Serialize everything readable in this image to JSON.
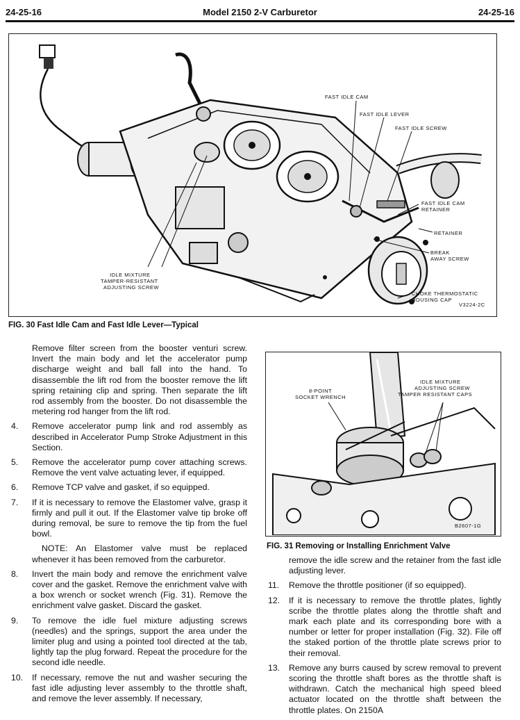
{
  "header": {
    "left": "24-25-16",
    "center": "Model 2150 2-V Carburetor",
    "right": "24-25-16"
  },
  "figure30": {
    "callouts": {
      "fast_idle_cam": "FAST IDLE CAM",
      "fast_idle_lever": "FAST IDLE LEVER",
      "fast_idle_screw": "FAST IDLE SCREW",
      "fast_idle_cam_retainer_1": "FAST IDLE CAM",
      "fast_idle_cam_retainer_2": "RETAINER",
      "retainer": "RETAINER",
      "break_away_screw_1": "BREAK",
      "break_away_screw_2": "AWAY SCREW",
      "choke_cap_1": "CHOKE THERMOSTATIC",
      "choke_cap_2": "HOUSING CAP",
      "idle_mixture_1": "IDLE MIXTURE",
      "idle_mixture_2": "TAMPER-RESISTANT",
      "idle_mixture_3": "ADJUSTING SCREW",
      "code": "V3224-2C"
    },
    "caption": "FIG. 30 Fast Idle Cam and Fast Idle Lever—Typical"
  },
  "figure31": {
    "callouts": {
      "socket_1": "8-POINT",
      "socket_2": "SOCKET WRENCH",
      "caps_1": "IDLE MIXTURE",
      "caps_2": "ADJUSTING SCREW",
      "caps_3": "TAMPER RESISTANT CAPS",
      "code": "B2607-1G"
    },
    "caption": "FIG. 31 Removing or Installing Enrichment Valve"
  },
  "left_column": {
    "intro": "Remove filter screen from the booster venturi screw. Invert the main body and let the accelerator pump discharge weight and ball fall into the hand. To disassemble the lift rod from the booster remove the lift spring retaining clip and spring. Then separate the lift rod assembly from the booster. Do not disassemble the metering rod hanger from the lift rod.",
    "items": [
      {
        "num": "4.",
        "text": "Remove accelerator pump link and rod assembly as described in Accelerator Pump Stroke Adjustment in this Section."
      },
      {
        "num": "5.",
        "text": "Remove the accelerator pump cover attaching screws. Remove the vent valve actuating lever, if equipped."
      },
      {
        "num": "6.",
        "text": "Remove TCP valve and gasket, if so equipped."
      },
      {
        "num": "7.",
        "text": "If it is necessary to remove the Elastomer valve, grasp it firmly and pull it out. If the Elastomer valve tip broke off during removal, be sure to remove the tip from the fuel bowl."
      }
    ],
    "note": "NOTE: An Elastomer valve must be replaced whenever it has been removed from the carburetor.",
    "items2": [
      {
        "num": "8.",
        "text": "Invert the main body and remove the enrichment valve cover and the gasket. Remove the enrichment valve with a box wrench or socket wrench (Fig. 31). Remove the enrichment valve gasket. Discard the gasket."
      },
      {
        "num": "9.",
        "text": "To remove the idle fuel mixture adjusting screws (needles) and the springs, support the area under the limiter plug and using a pointed tool directed at the tab, lightly tap the plug forward. Repeat the procedure for the second idle needle."
      },
      {
        "num": "10.",
        "text": "If necessary, remove the nut and washer securing the fast idle adjusting lever assembly to the throttle shaft, and remove the lever assembly. If necessary,"
      }
    ]
  },
  "right_column": {
    "continuation": "remove the idle screw and the retainer from the fast idle adjusting lever.",
    "items": [
      {
        "num": "11.",
        "text": "Remove the throttle positioner (if so equipped)."
      },
      {
        "num": "12.",
        "text": "If it is necessary to remove the throttle plates, lightly scribe the throttle plates along the throttle shaft and mark each plate and its corresponding bore with a number or letter for proper installation (Fig. 32). File off the staked portion of the throttle plate screws prior to their removal."
      },
      {
        "num": "13.",
        "text": "Remove any burrs caused by screw removal to prevent scoring the throttle shaft bores as the throttle shaft is withdrawn. Catch the mechanical high speed bleed actuator located on the throttle shaft between the throttle plates. On 2150A"
      }
    ]
  }
}
